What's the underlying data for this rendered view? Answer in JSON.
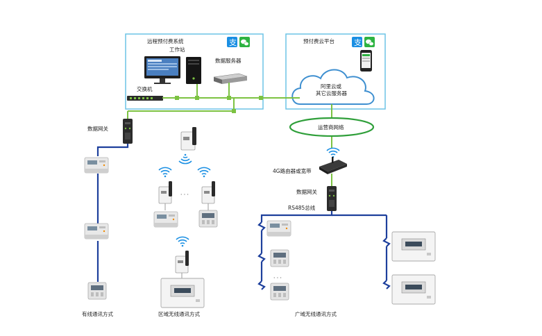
{
  "colors": {
    "frame": "#6cc3e6",
    "network_green": "#7cc242",
    "bus_blue": "#1d3f9c",
    "cloud_stroke": "#3e8fd0",
    "cloud_fill": "#ffffff",
    "oval_stroke": "#2f9f3a",
    "alipay": "#1a8fe3",
    "wechat": "#2db341",
    "device_gray": "#dcdcdc",
    "device_dark": "#2a2a2a"
  },
  "remote_system": {
    "title": "远程预付费系统",
    "workstation_label": "工作站",
    "db_server_label": "数据服务器",
    "switch_label": "交换机",
    "icons": [
      "alipay-icon",
      "wechat-icon"
    ]
  },
  "cloud_platform": {
    "title": "预付费云平台",
    "cloud_label_line1": "阿里云或",
    "cloud_label_line2": "其它云服务器",
    "icons": [
      "alipay-icon",
      "wechat-icon",
      "smartphone-icon"
    ]
  },
  "isp_network": {
    "label": "运营商网络"
  },
  "wired_section": {
    "gateway_label": "数据网关",
    "caption": "有线通讯方式"
  },
  "regional_wireless": {
    "ellipsis": "· · ·",
    "caption": "区域无线通讯方式"
  },
  "wide_area_wireless": {
    "router_label": "4G路由器或宽带",
    "gateway_label": "数据网关",
    "bus_label": "RS485总线",
    "ellipsis": "· · ·",
    "caption": "广域无线通讯方式"
  }
}
